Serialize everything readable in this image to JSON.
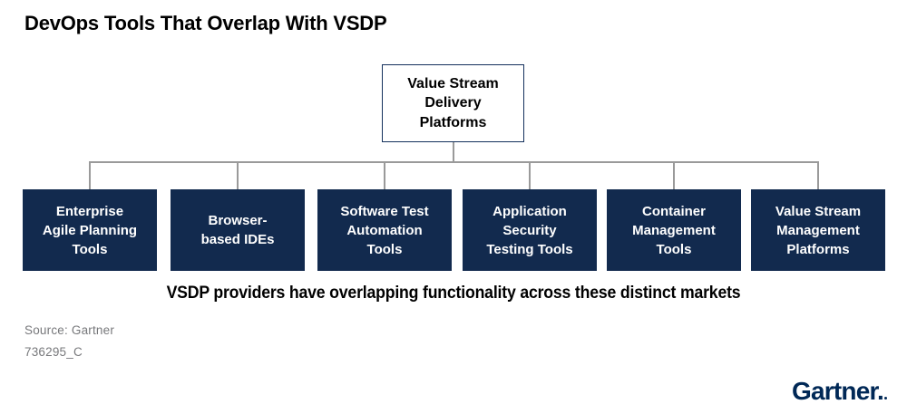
{
  "title": "DevOps Tools That Overlap With VSDP",
  "diagram": {
    "root": {
      "label": "Value Stream\nDelivery\nPlatforms"
    },
    "children": [
      {
        "label": "Enterprise\nAgile Planning\nTools"
      },
      {
        "label": "Browser-\nbased IDEs"
      },
      {
        "label": "Software Test\nAutomation\nTools"
      },
      {
        "label": "Application\nSecurity\nTesting Tools"
      },
      {
        "label": "Container\nManagement\nTools"
      },
      {
        "label": "Value Stream\nManagement\nPlatforms"
      }
    ]
  },
  "caption": "VSDP providers have overlapping functionality across these distinct markets",
  "footer": {
    "source": "Source: Gartner",
    "figure_id": "736295_C",
    "logo_text": "Gartner."
  },
  "colors": {
    "box_navy": "#122A4E",
    "root_border": "#14305C",
    "connector_gray": "#9A9A9A",
    "source_gray": "#77787B",
    "logo_navy": "#002856",
    "title_black": "#000000"
  }
}
